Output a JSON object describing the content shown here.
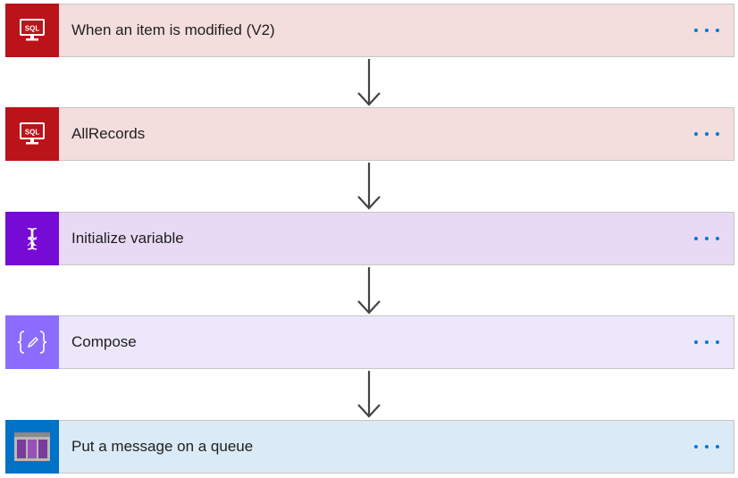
{
  "flow": {
    "steps": [
      {
        "title": "When an item is modified (V2)",
        "icon": "sql-server-icon",
        "icon_text": "SQL",
        "color": "#ba141a",
        "bg": "#f4dddd"
      },
      {
        "title": "AllRecords",
        "icon": "sql-server-icon",
        "icon_text": "SQL",
        "color": "#ba141a",
        "bg": "#f4dddd"
      },
      {
        "title": "Initialize variable",
        "icon": "variable-icon",
        "color": "#770bd6",
        "bg": "#e8daf5"
      },
      {
        "title": "Compose",
        "icon": "compose-icon",
        "color": "#8c6cff",
        "bg": "#ece7fb"
      },
      {
        "title": "Put a message on a queue",
        "icon": "azure-queue-icon",
        "color": "#0072c6",
        "bg": "#daeaf6"
      }
    ],
    "more_icon_color": "#0078d4"
  }
}
